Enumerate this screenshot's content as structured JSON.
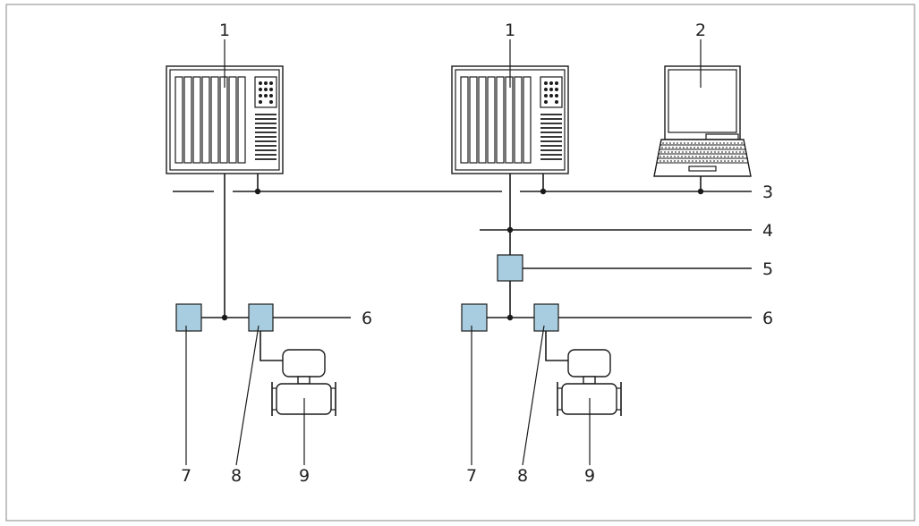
{
  "colors": {
    "frame": "#9a9a9a",
    "line": "#1a1a1a",
    "component_fill": "#a9cde0",
    "background": "#ffffff"
  },
  "callouts": {
    "ctrl_left": "1",
    "ctrl_right": "1",
    "laptop": "2",
    "bus_top": "3",
    "bus_mid": "4",
    "box_mid": "5",
    "line_left": "6",
    "line_right": "6",
    "box_left_a": "7",
    "box_left_b": "8",
    "meter_left": "9",
    "box_right_a": "7",
    "box_right_b": "8",
    "meter_right": "9"
  },
  "icons": [
    "automation-system-icon",
    "laptop-icon",
    "component-box-icon",
    "flowmeter-icon"
  ]
}
